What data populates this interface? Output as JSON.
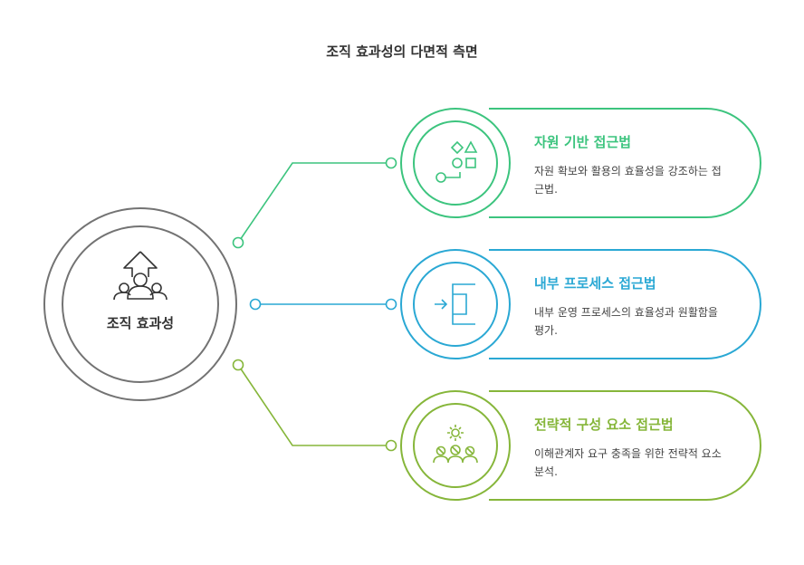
{
  "title": "조직 효과성의 다면적 측면",
  "center": {
    "label": "조직 효과성",
    "icon": "person-group-arrow-up-icon",
    "color": "#737373"
  },
  "branches": [
    {
      "title": "자원 기반 접근법",
      "description": "자원 확보와 활용의 효율성을 강조하는 접근법.",
      "icon": "shapes-icon",
      "color": "#3cc47e"
    },
    {
      "title": "내부 프로세스 접근법",
      "description": "내부 운영 프로세스의 효율성과 원활함을 평가.",
      "icon": "arrow-into-bracket-icon",
      "color": "#2aa8d4"
    },
    {
      "title": "전략적 구성 요소 접근법",
      "description": "이해관계자 요구 충족을 위한 전략적 요소 분석.",
      "icon": "stakeholders-gear-icon",
      "color": "#86b63a"
    }
  ]
}
